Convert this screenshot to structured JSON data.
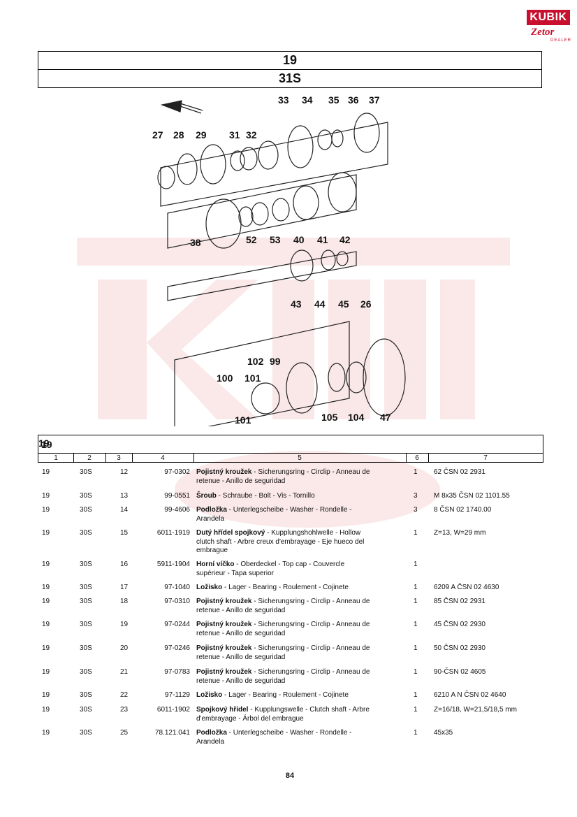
{
  "logo": {
    "brand": "KUBIK",
    "sub": "Zetor",
    "dealer": "DEALER"
  },
  "header": {
    "group": "19",
    "subgroup": "31S"
  },
  "diagram": {
    "labels": [
      "33",
      "34",
      "35",
      "36",
      "37",
      "27",
      "28",
      "29",
      "31",
      "32",
      "38",
      "52",
      "53",
      "40",
      "41",
      "42",
      "43",
      "44",
      "45",
      "26",
      "102",
      "99",
      "100",
      "101",
      "101",
      "105",
      "104",
      "47"
    ]
  },
  "table": {
    "group_left": "19",
    "group_right": "19",
    "columns": [
      "1",
      "2",
      "3",
      "4",
      "5",
      "6",
      "7"
    ],
    "rows": [
      {
        "c1": "19",
        "c2": "30S",
        "c3": "12",
        "c4": "97-0302",
        "name": "Pojistný kroužek",
        "desc1": " - Sicherungsring - Circlip - Anneau de",
        "desc2": "retenue - Anillo de seguridad",
        "c6": "1",
        "c7": "62 ČSN 02 2931"
      },
      {
        "c1": "19",
        "c2": "30S",
        "c3": "13",
        "c4": "99-0551",
        "name": "Šroub",
        "desc1": " - Schraube - Bolt - Vis - Tornillo",
        "desc2": "",
        "c6": "3",
        "c7": "M 8x35 ČSN 02 1101.55"
      },
      {
        "c1": "19",
        "c2": "30S",
        "c3": "14",
        "c4": "99-4606",
        "name": "Podložka",
        "desc1": " - Unterlegscheibe - Washer - Rondelle -",
        "desc2": "Arandela",
        "c6": "3",
        "c7": "8 ČSN 02 1740.00"
      },
      {
        "c1": "19",
        "c2": "30S",
        "c3": "15",
        "c4": "6011-1919",
        "name": "Dutý hřídel spojkový",
        "desc1": " - Kupplungshohlwelle - Hollow",
        "desc2": "clutch shaft - Arbre creux d'embrayage - Eje hueco del",
        "desc3": "embrague",
        "c6": "1",
        "c7": "Z=13, W=29 mm"
      },
      {
        "c1": "19",
        "c2": "30S",
        "c3": "16",
        "c4": "5911-1904",
        "name": "Horní víčko",
        "desc1": " - Oberdeckel - Top cap - Couvercle",
        "desc2": "supérieur - Tapa superior",
        "c6": "1",
        "c7": ""
      },
      {
        "c1": "19",
        "c2": "30S",
        "c3": "17",
        "c4": "97-1040",
        "name": "Ložisko",
        "desc1": " - Lager - Bearing - Roulement - Cojinete",
        "desc2": "",
        "c6": "1",
        "c7": "6209 A ČSN 02 4630"
      },
      {
        "c1": "19",
        "c2": "30S",
        "c3": "18",
        "c4": "97-0310",
        "name": "Pojistný kroužek",
        "desc1": " - Sicherungsring - Circlip - Anneau de",
        "desc2": "retenue - Anillo de seguridad",
        "c6": "1",
        "c7": "85 ČSN 02 2931"
      },
      {
        "c1": "19",
        "c2": "30S",
        "c3": "19",
        "c4": "97-0244",
        "name": "Pojistný kroužek",
        "desc1": " - Sicherungsring - Circlip - Anneau de",
        "desc2": "retenue - Anillo de seguridad",
        "c6": "1",
        "c7": "45 ČSN 02 2930"
      },
      {
        "c1": "19",
        "c2": "30S",
        "c3": "20",
        "c4": "97-0246",
        "name": "Pojistný kroužek",
        "desc1": " - Sicherungsring - Circlip - Anneau de",
        "desc2": "retenue - Anillo de seguridad",
        "c6": "1",
        "c7": "50 ČSN 02 2930"
      },
      {
        "c1": "19",
        "c2": "30S",
        "c3": "21",
        "c4": "97-0783",
        "name": "Pojistný kroužek",
        "desc1": " - Sicherungsring - Circlip - Anneau de",
        "desc2": "retenue - Anillo de seguridad",
        "c6": "1",
        "c7": "90-ČSN 02 4605"
      },
      {
        "c1": "19",
        "c2": "30S",
        "c3": "22",
        "c4": "97-1129",
        "name": "Ložisko",
        "desc1": " - Lager - Bearing - Roulement - Cojinete",
        "desc2": "",
        "c6": "1",
        "c7": "6210 A N ČSN 02 4640"
      },
      {
        "c1": "19",
        "c2": "30S",
        "c3": "23",
        "c4": "6011-1902",
        "name": "Spojkový hřídel",
        "desc1": " - Kupplungswelle - Clutch shaft - Arbre",
        "desc2": "d'embrayage - Árbol del embrague",
        "c6": "1",
        "c7": "Z=16/18, W=21,5/18,5 mm"
      },
      {
        "c1": "19",
        "c2": "30S",
        "c3": "25",
        "c4": "78.121.041",
        "name": "Podložka",
        "desc1": " - Unterlegscheibe - Washer - Rondelle -",
        "desc2": "Arandela",
        "c6": "1",
        "c7": "45x35"
      }
    ]
  },
  "page_number": "84"
}
